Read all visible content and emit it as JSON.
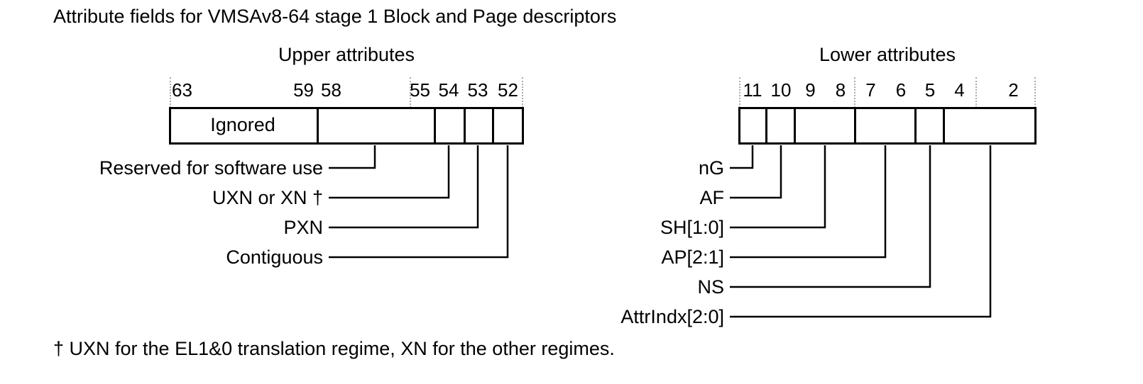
{
  "title": "Attribute fields for VMSAv8-64 stage 1 Block and Page descriptors",
  "footnote": "† UXN for the EL1&0 translation regime, XN for the other regimes.",
  "upper": {
    "heading": "Upper attributes",
    "bit_numbers": [
      "63",
      "59",
      "58",
      "55",
      "54",
      "53",
      "52"
    ],
    "ignored_label": "Ignored",
    "field_labels": [
      "Reserved for software use",
      "UXN or XN †",
      "PXN",
      "Contiguous"
    ]
  },
  "lower": {
    "heading": "Lower attributes",
    "bit_numbers": [
      "11",
      "10",
      "9",
      "8",
      "7",
      "6",
      "5",
      "4",
      "2"
    ],
    "field_labels": [
      "nG",
      "AF",
      "SH[1:0]",
      "AP[2:1]",
      "NS",
      "AttrIndx[2:0]"
    ]
  }
}
